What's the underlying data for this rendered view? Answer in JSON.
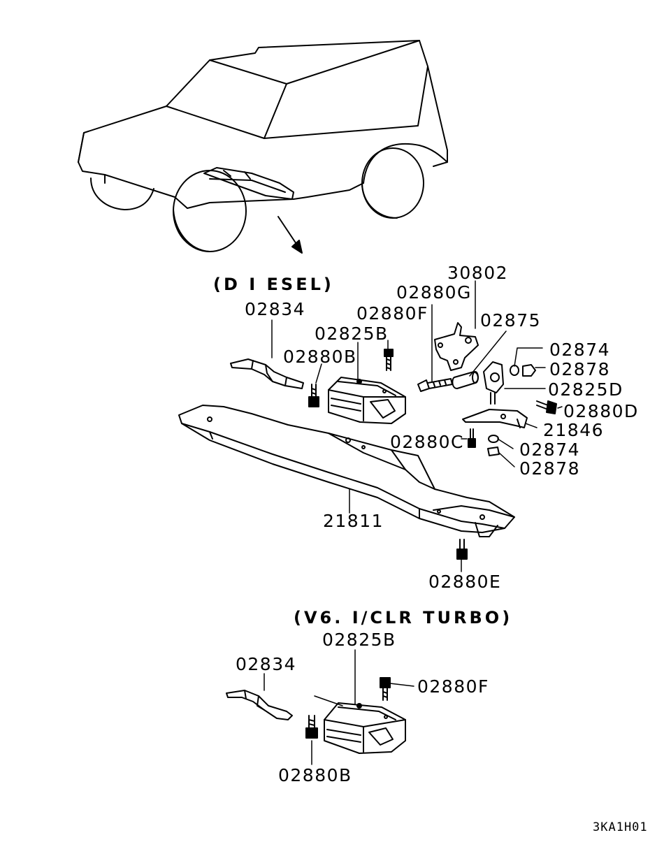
{
  "sections": {
    "diesel": "(D I ESEL)",
    "v6_turbo": "(V6. I/CLR TURBO)"
  },
  "parts": {
    "p30802": "30802",
    "p02880G": "02880G",
    "p02834_d": "02834",
    "p02880F_d": "02880F",
    "p02875": "02875",
    "p02825B_d": "02825B",
    "p02874_a": "02874",
    "p02880B_d": "02880B",
    "p02878_a": "02878",
    "p02825D": "02825D",
    "p02880D": "02880D",
    "p21846": "21846",
    "p02880C": "02880C",
    "p02874_b": "02874",
    "p02878_b": "02878",
    "p21811": "21811",
    "p02880E": "02880E",
    "p02825B_v": "02825B",
    "p02834_v": "02834",
    "p02880F_v": "02880F",
    "p02880B_v": "02880B"
  },
  "diagram_code": "3KA1H01"
}
